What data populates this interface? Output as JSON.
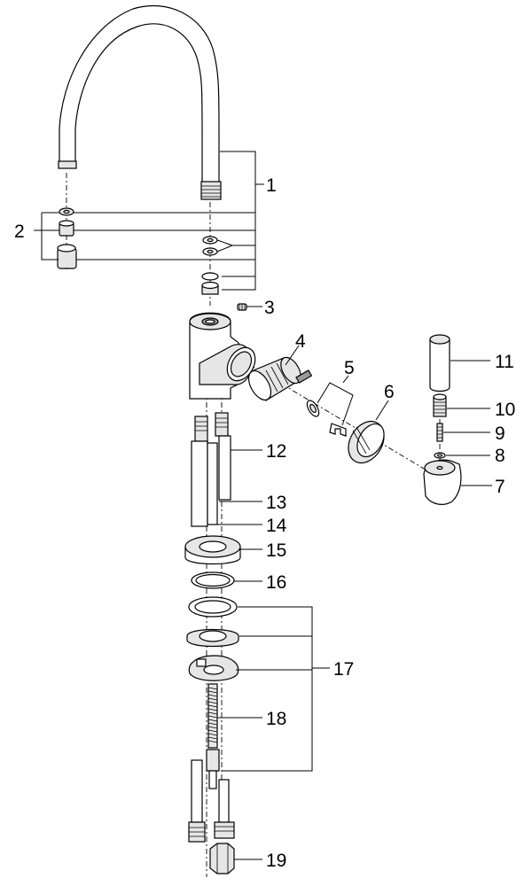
{
  "title": "",
  "part_labels": [
    "1",
    "2",
    "3",
    "4",
    "5",
    "6",
    "7",
    "8",
    "9",
    "10",
    "11",
    "12",
    "13",
    "14",
    "15",
    "16",
    "17",
    "18",
    "19"
  ]
}
